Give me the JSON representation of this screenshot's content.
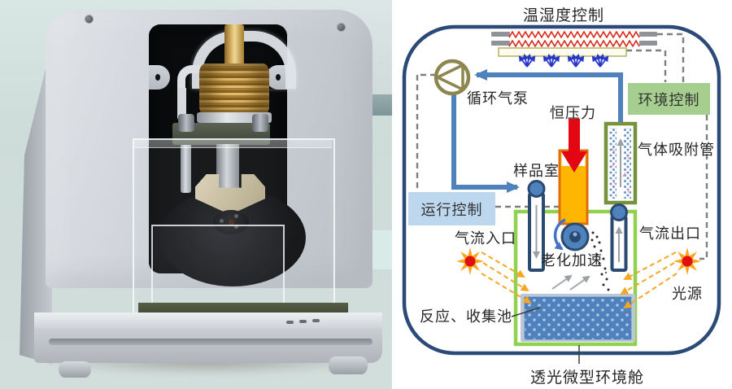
{
  "diagram": {
    "title": "温湿度控制",
    "boxes": {
      "env_control": "环境控制",
      "run_control": "运行控制"
    },
    "labels": {
      "circulation_pump": "循环气泵",
      "constant_pressure": "恒压力",
      "gas_adsorption_tube": "气体吸附管",
      "sample_chamber": "样品室",
      "air_inlet": "气流入口",
      "air_outlet": "气流出口",
      "aging_acceleration": "老化加速",
      "light_source": "光源",
      "reaction_pool": "反应、收集池",
      "micro_chamber": "透光微型环境舱"
    },
    "colors": {
      "outline_navy": "#2b4a78",
      "pipe_blue": "#4f81bd",
      "chamber_green": "#92d050",
      "env_box_green": "#a6ce8e",
      "run_box_blue": "#bdd7ee",
      "column_orange": "#ffb600",
      "arrow_red": "#e30613",
      "heater_red": "#d93025",
      "spray_blue": "#2636c8",
      "sun_orange": "#ffa41c",
      "sun_center_red": "#e01010",
      "ray_orange": "#f5a623",
      "dash_gray": "#7f7f7f",
      "pump_olive": "#8d864e",
      "adsorption_olive": "#76923c",
      "pool_blue": "#4f81bd"
    }
  }
}
